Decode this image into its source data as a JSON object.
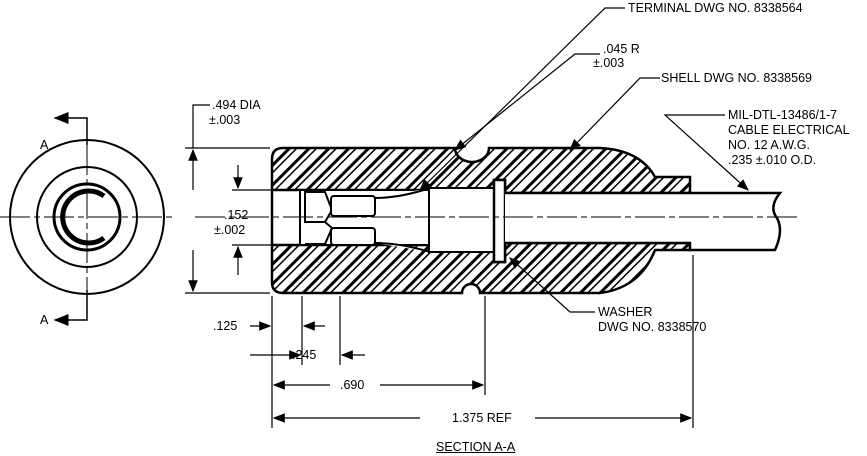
{
  "section_markers": {
    "top": "A",
    "bottom": "A"
  },
  "callouts": {
    "terminal": "TERMINAL DWG NO. 8338564",
    "radius": ".045  R",
    "radius_tol": "±.003",
    "shell": "SHELL DWG NO. 8338569",
    "cable_line1": "MIL-DTL-13486/1-7",
    "cable_line2": "CABLE ELECTRICAL",
    "cable_line3": "NO. 12 A.W.G.",
    "cable_line4": ".235  ±.010 O.D.",
    "washer_line1": "WASHER",
    "washer_line2": "DWG NO. 8338570"
  },
  "dimensions": {
    "dia": ".494 DIA",
    "dia_tol": "±.003",
    "bore": ".152",
    "bore_tol": "±.002",
    "d125": ".125",
    "d245": ".245",
    "d690": ".690",
    "d1375": "1.375 REF"
  },
  "caption": "SECTION  A-A"
}
